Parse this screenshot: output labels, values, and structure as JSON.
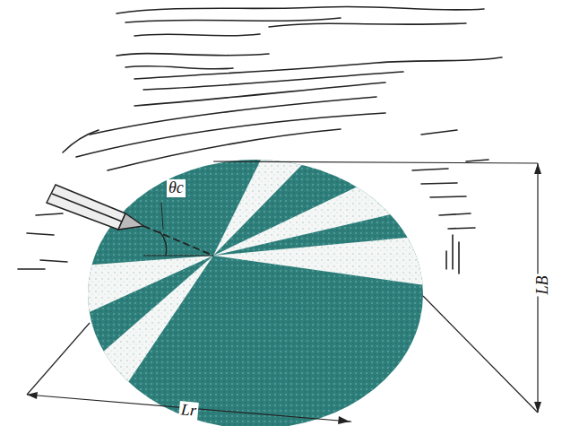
{
  "diagram": {
    "labels": [
      "θc",
      "Lr",
      "LB"
    ]
  }
}
